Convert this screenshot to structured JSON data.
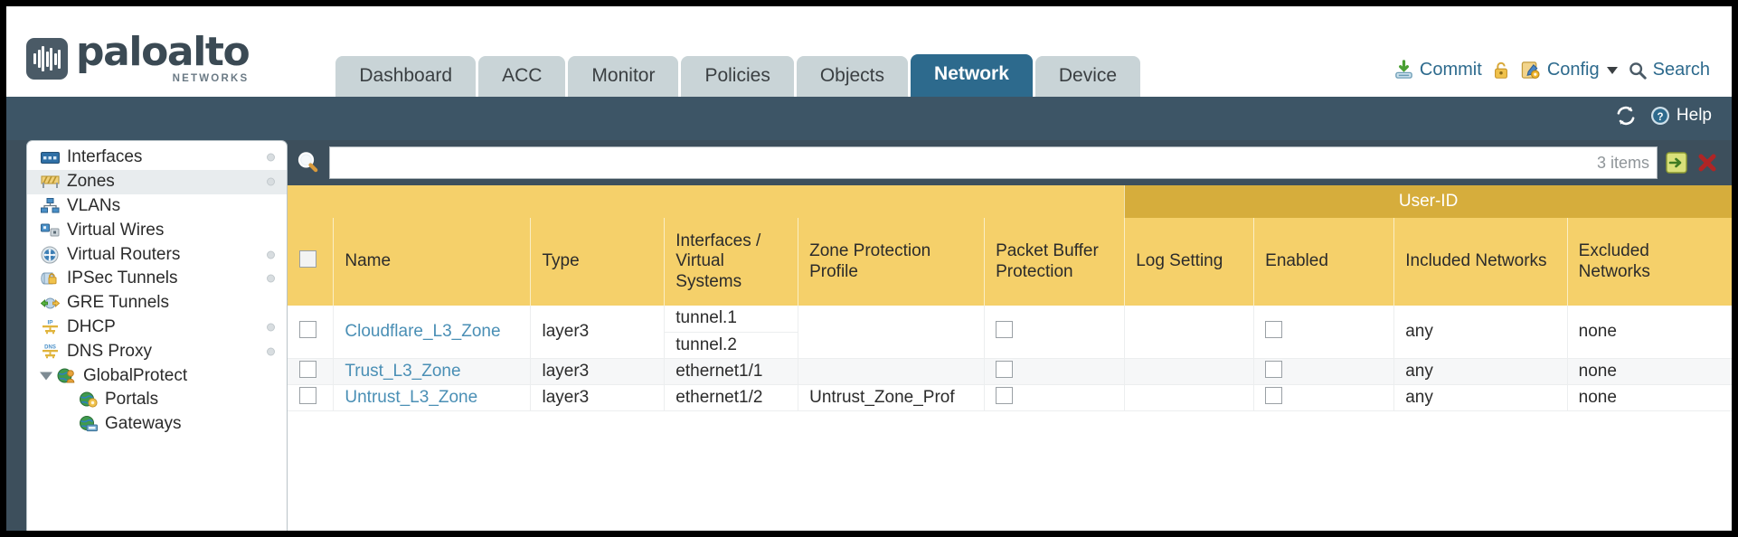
{
  "brand": {
    "name": "paloalto",
    "tagline": "NETWORKS"
  },
  "tabs": [
    {
      "label": "Dashboard",
      "active": false
    },
    {
      "label": "ACC",
      "active": false
    },
    {
      "label": "Monitor",
      "active": false
    },
    {
      "label": "Policies",
      "active": false
    },
    {
      "label": "Objects",
      "active": false
    },
    {
      "label": "Network",
      "active": true
    },
    {
      "label": "Device",
      "active": false
    }
  ],
  "top_actions": {
    "commit": "Commit",
    "config": "Config",
    "search": "Search"
  },
  "bluebar": {
    "help": "Help"
  },
  "sidebar": {
    "items": [
      {
        "label": "Interfaces",
        "icon": "interfaces-icon",
        "selected": false,
        "dot": true,
        "child": false,
        "expander": false
      },
      {
        "label": "Zones",
        "icon": "zones-icon",
        "selected": true,
        "dot": true,
        "child": false,
        "expander": false
      },
      {
        "label": "VLANs",
        "icon": "vlans-icon",
        "selected": false,
        "dot": false,
        "child": false,
        "expander": false
      },
      {
        "label": "Virtual Wires",
        "icon": "virtual-wires-icon",
        "selected": false,
        "dot": false,
        "child": false,
        "expander": false
      },
      {
        "label": "Virtual Routers",
        "icon": "virtual-routers-icon",
        "selected": false,
        "dot": true,
        "child": false,
        "expander": false
      },
      {
        "label": "IPSec Tunnels",
        "icon": "ipsec-tunnels-icon",
        "selected": false,
        "dot": true,
        "child": false,
        "expander": false
      },
      {
        "label": "GRE Tunnels",
        "icon": "gre-tunnels-icon",
        "selected": false,
        "dot": false,
        "child": false,
        "expander": false
      },
      {
        "label": "DHCP",
        "icon": "dhcp-icon",
        "selected": false,
        "dot": true,
        "child": false,
        "expander": false
      },
      {
        "label": "DNS Proxy",
        "icon": "dns-proxy-icon",
        "selected": false,
        "dot": true,
        "child": false,
        "expander": false
      },
      {
        "label": "GlobalProtect",
        "icon": "globalprotect-icon",
        "selected": false,
        "dot": false,
        "child": false,
        "expander": true
      },
      {
        "label": "Portals",
        "icon": "portals-icon",
        "selected": false,
        "dot": false,
        "child": true,
        "expander": false
      },
      {
        "label": "Gateways",
        "icon": "gateways-icon",
        "selected": false,
        "dot": false,
        "child": true,
        "expander": false
      }
    ]
  },
  "search": {
    "value": "",
    "placeholder": "",
    "items_count": "3 items"
  },
  "table": {
    "group_header": "User-ID",
    "columns": [
      "Name",
      "Type",
      "Interfaces / Virtual Systems",
      "Zone Protection Profile",
      "Packet Buffer Protection",
      "Log Setting",
      "Enabled",
      "Included Networks",
      "Excluded Networks"
    ],
    "rows": [
      {
        "checked": false,
        "name": "Cloudflare_L3_Zone",
        "type": "layer3",
        "interfaces": [
          "tunnel.1",
          "tunnel.2"
        ],
        "zone_protection_profile": "",
        "packet_buffer_protection": false,
        "log_setting": "",
        "userid_enabled": false,
        "included_networks": "any",
        "excluded_networks": "none"
      },
      {
        "checked": false,
        "name": "Trust_L3_Zone",
        "type": "layer3",
        "interfaces": [
          "ethernet1/1"
        ],
        "zone_protection_profile": "",
        "packet_buffer_protection": false,
        "log_setting": "",
        "userid_enabled": false,
        "included_networks": "any",
        "excluded_networks": "none"
      },
      {
        "checked": false,
        "name": "Untrust_L3_Zone",
        "type": "layer3",
        "interfaces": [
          "ethernet1/2"
        ],
        "zone_protection_profile": "Untrust_Zone_Prof",
        "packet_buffer_protection": false,
        "log_setting": "",
        "userid_enabled": false,
        "included_networks": "any",
        "excluded_networks": "none"
      }
    ]
  },
  "colors": {
    "active_tab": "#2d6a8d",
    "inactive_tab": "#c9d4d7",
    "header_yellow": "#f5d06a",
    "group_gold": "#d6ad3c",
    "link_blue": "#4a8fb5",
    "chrome_blue": "#3d5566"
  }
}
